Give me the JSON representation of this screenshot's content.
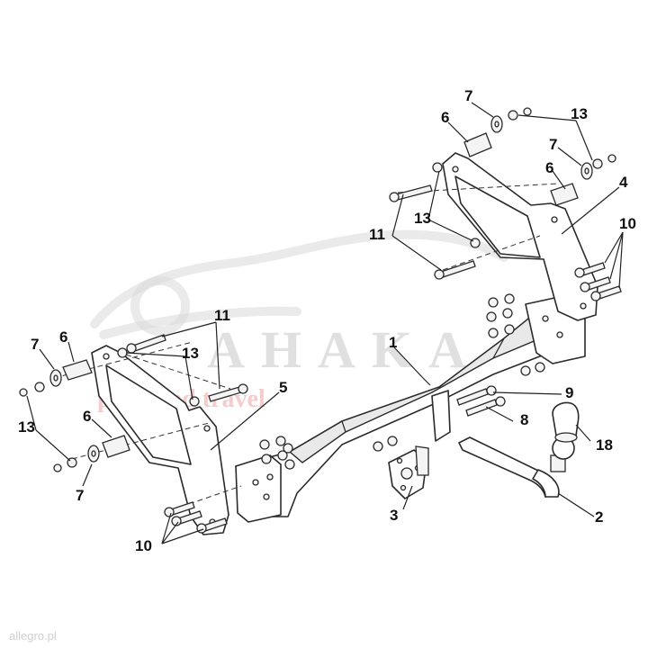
{
  "watermark": {
    "brand": "AHAKA",
    "tagline": "pack and travel"
  },
  "footer": {
    "source": "allegro.pl"
  },
  "callouts": {
    "c1": "1",
    "c2": "2",
    "c3": "3",
    "c4": "4",
    "c5": "5",
    "c6a": "6",
    "c6b": "6",
    "c6c": "6",
    "c6d": "6",
    "c7a": "7",
    "c7b": "7",
    "c7c": "7",
    "c7d": "7",
    "c8": "8",
    "c9": "9",
    "c10a": "10",
    "c10b": "10",
    "c11a": "11",
    "c11b": "11",
    "c13a": "13",
    "c13b": "13",
    "c13c": "13",
    "c13d": "13",
    "c18": "18"
  }
}
